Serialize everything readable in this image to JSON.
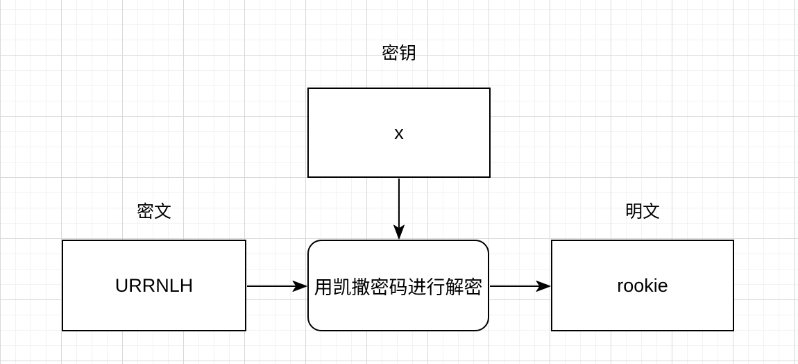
{
  "canvas": {
    "background_color": "#ffffff",
    "grid": {
      "minor_line_color": "#f2f2f2",
      "major_line_color": "#d9d9d9"
    }
  },
  "diagram": {
    "stroke_color": "#000000",
    "node_fill_color": "#ffffff",
    "text_color": "#000000",
    "labels": {
      "key": "密钥",
      "ciphertext": "密文",
      "plaintext": "明文"
    },
    "nodes": {
      "key_value": "x",
      "ciphertext_value": "URRNLH",
      "process": "用凯撒密码进行解密",
      "plaintext_value": "rookie"
    }
  }
}
